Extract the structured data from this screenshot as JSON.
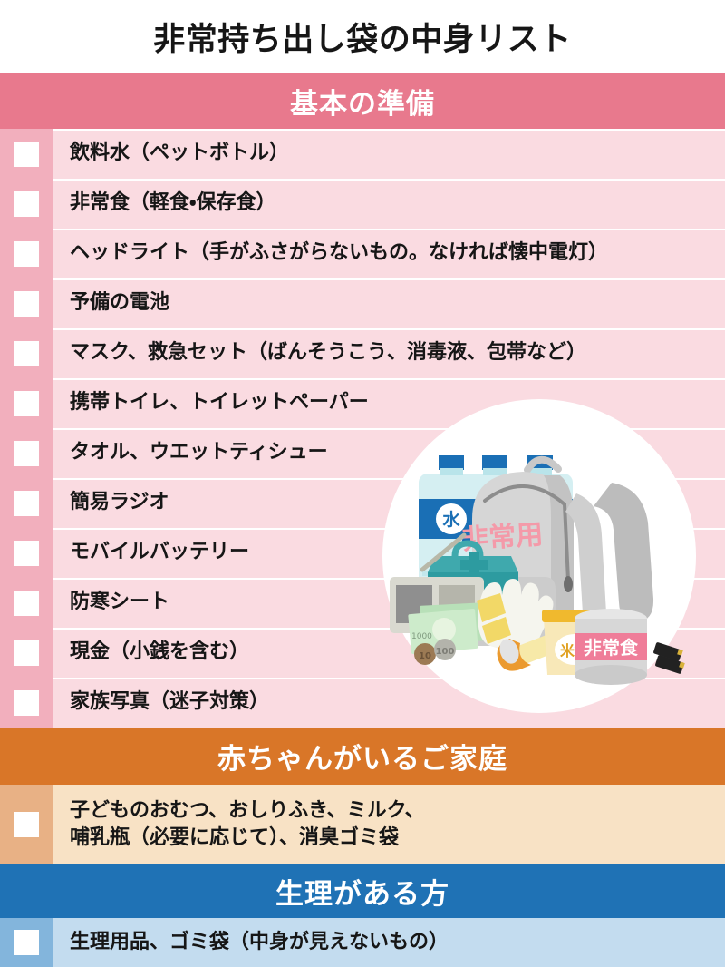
{
  "title": "非常持ち出し袋の中身リスト",
  "colors": {
    "pink_header": "#e8798d",
    "pink_row": "#fadbe1",
    "pink_check_col": "#f2afbd",
    "orange_header": "#d97628",
    "orange_row": "#f8e2c5",
    "orange_check_col": "#e8b185",
    "blue_header": "#1f72b5",
    "blue_row": "#c3dcef",
    "blue_check_col": "#83b5dc",
    "text": "#161616",
    "checkbox": "#ffffff"
  },
  "sections": [
    {
      "id": "basic",
      "header": "基本の準備",
      "items": [
        "飲料水（ペットボトル）",
        "非常食（軽食・保存食）",
        "ヘッドライト（手がふさがらないもの。なければ懐中電灯）",
        "予備の電池",
        "マスク、救急セット（ばんそうこう、消毒液、包帯など）",
        "携帯トイレ、トイレットペーパー",
        "タオル、ウエットティシュー",
        "簡易ラジオ",
        "モバイルバッテリー",
        "防寒シート",
        "現金（小銭を含む）",
        "家族写真（迷子対策）"
      ]
    },
    {
      "id": "baby",
      "header": "赤ちゃんがいるご家庭",
      "items": [
        "子どものおむつ、おしりふき、ミルク、\n哺乳瓶（必要に応じて）、消臭ゴミ袋"
      ]
    },
    {
      "id": "period",
      "header": "生理がある方",
      "items": [
        "生理用品、ゴミ袋（中身が見えないもの）"
      ]
    }
  ],
  "illustration": {
    "name": "emergency-kit-illustration",
    "backpack_label": "非常用",
    "water_bottle_labels": [
      "水",
      "水",
      "水"
    ],
    "food_pouch_label": "米飯",
    "food_can_label": "非常食",
    "banknote_label": "1000",
    "coin_labels": [
      "10",
      "100"
    ],
    "objects": [
      "backpack",
      "water-bottles",
      "first-aid-box",
      "radio",
      "banknotes",
      "coins",
      "flashlight",
      "work-gloves",
      "rice-pouch",
      "food-can",
      "batteries"
    ]
  }
}
